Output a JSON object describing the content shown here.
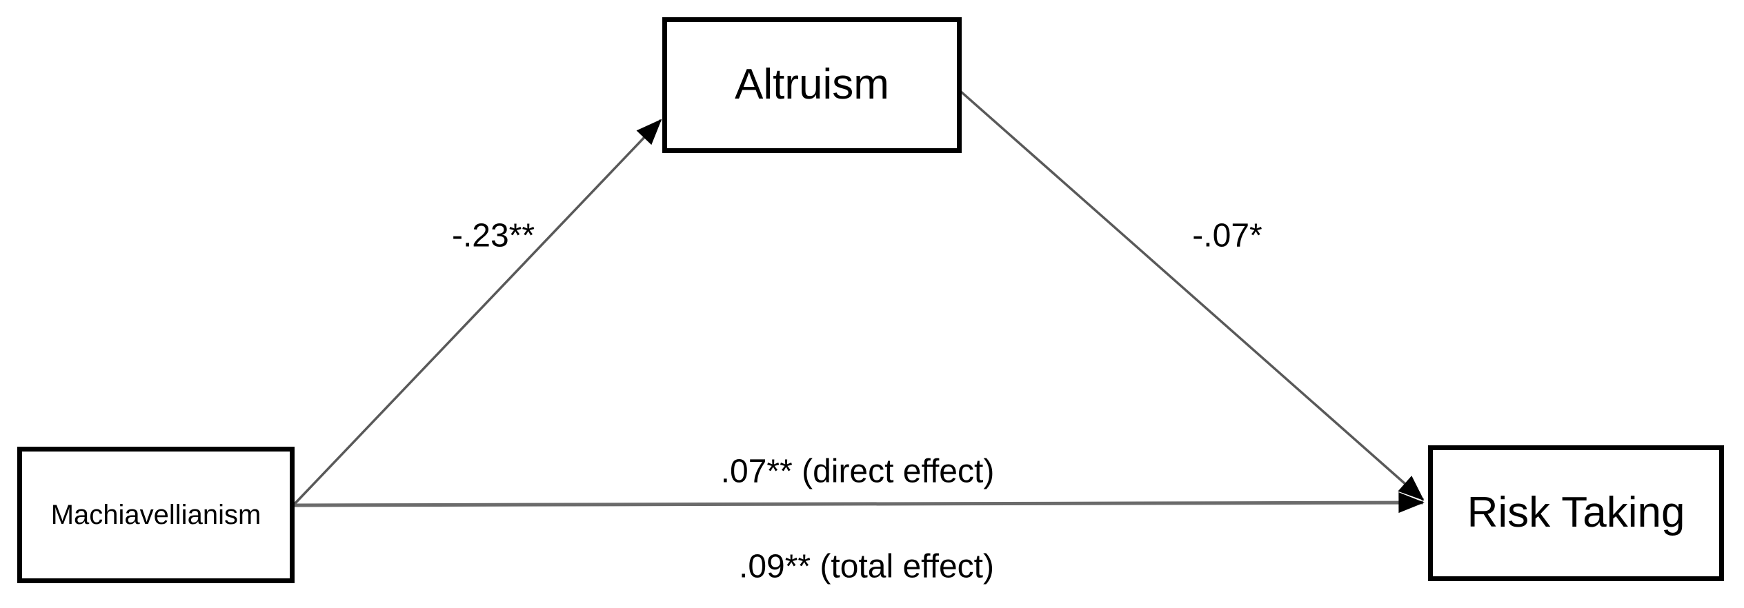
{
  "nodes": {
    "predictor": {
      "label": "Machiavellianism"
    },
    "mediator": {
      "label": "Altruism"
    },
    "outcome": {
      "label": "Risk Taking"
    }
  },
  "paths": {
    "a": {
      "from": "Machiavellianism",
      "to": "Altruism",
      "label": "-.23**"
    },
    "b": {
      "from": "Altruism",
      "to": "Risk Taking",
      "label": "-.07*"
    },
    "c": {
      "from": "Machiavellianism",
      "to": "Risk Taking",
      "direct_label": ".07** (direct effect)",
      "total_label": ".09** (total effect)"
    }
  },
  "colors": {
    "box_border": "#000000",
    "arrow_line": "#595959",
    "arrowhead": "#000000",
    "text": "#000000",
    "background": "#ffffff"
  }
}
